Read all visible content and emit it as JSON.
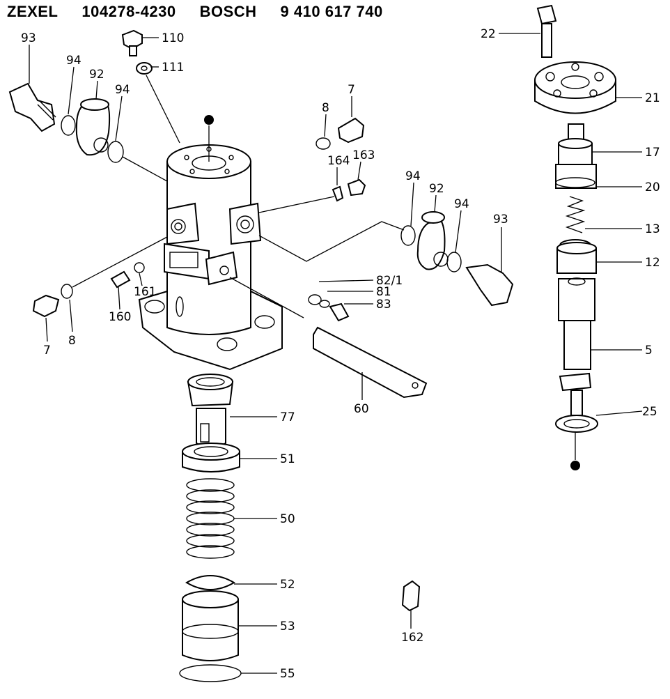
{
  "header": {
    "brand": "ZEXEL",
    "zexel_number": "104278-4230",
    "maker": "BOSCH",
    "bosch_number": "9 410 617 740"
  },
  "labels": {
    "p93a": "93",
    "p94a": "94",
    "p92a": "92",
    "p94b": "94",
    "p110": "110",
    "p111": "111",
    "p7a": "7",
    "p8a": "8",
    "p164": "164",
    "p163": "163",
    "p94c": "94",
    "p92b": "92",
    "p94d": "94",
    "p93b": "93",
    "p22": "22",
    "p21": "21",
    "p17": "17",
    "p20": "20",
    "p13": "13",
    "p12": "12",
    "p5": "5",
    "p25": "25",
    "p82": "82/1",
    "p81": "81",
    "p83": "83",
    "p161": "161",
    "p160": "160",
    "p7b": "7",
    "p8b": "8",
    "p60": "60",
    "p77": "77",
    "p51": "51",
    "p50": "50",
    "p52": "52",
    "p53": "53",
    "p55": "55",
    "p162": "162"
  }
}
